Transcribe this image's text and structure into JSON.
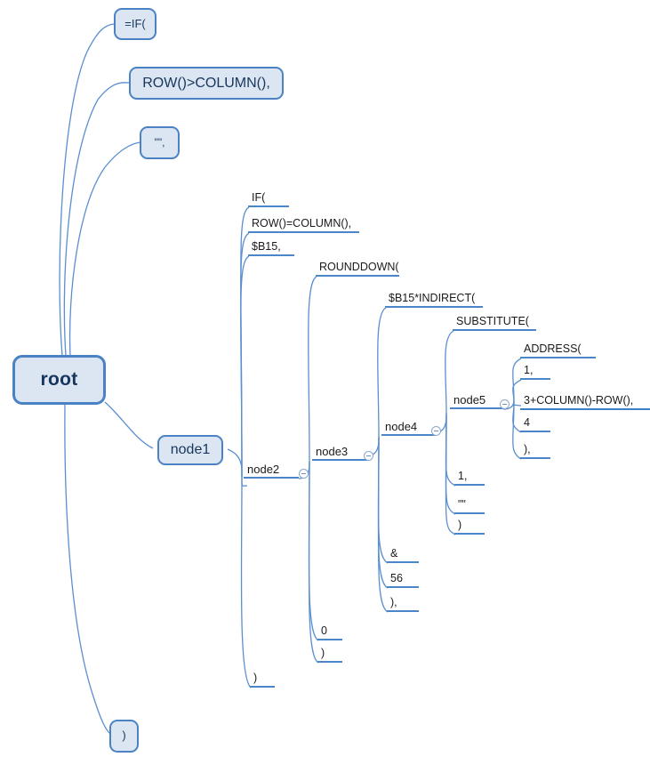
{
  "diagram": {
    "type": "mind-map",
    "title": "root",
    "theme": {
      "node_fill": "#dce6f2",
      "node_border": "#4a82c4",
      "root_text": "#17365d",
      "link_color": "#5b8fd0",
      "underline_color": "#4a86c8",
      "underline_muted": "#9fb9dd",
      "text_color": "#1a1a1a",
      "background": "#ffffff"
    },
    "formula": "=IF(ROW()>COLUMN(),\"\",IF(ROW()=COLUMN(),$B15,ROUNDDOWN($B15*INDIRECT(SUBSTITUTE(ADDRESS(1,3+COLUMN()-ROW(),4),\"\",\"\")&56),0))) )"
  },
  "nodes": {
    "root": {
      "label": "root"
    },
    "box_if": {
      "label": "=IF("
    },
    "box_rowcol": {
      "label": "ROW()>COLUMN(),"
    },
    "box_quotes": {
      "label": "\"\",",
      "line1": "\"\"",
      "line2": ","
    },
    "node1": {
      "label": "node1"
    },
    "box_paren": {
      "label": ")"
    },
    "node2": {
      "label": "node2"
    },
    "node3": {
      "label": "node3"
    },
    "node4": {
      "label": "node4"
    },
    "node5": {
      "label": "node5"
    }
  },
  "branches": {
    "node2_children": [
      {
        "label": "IF("
      },
      {
        "label": "ROW()=COLUMN(),"
      },
      {
        "label": "$B15,"
      },
      {
        "label": ")"
      }
    ],
    "node3_children": [
      {
        "label": "ROUNDDOWN("
      },
      {
        "label": "0"
      },
      {
        "label": ")"
      }
    ],
    "node4_children": [
      {
        "label": "$B15*INDIRECT("
      },
      {
        "label": "&"
      },
      {
        "label": "56"
      },
      {
        "label": "),"
      }
    ],
    "node5_children": [
      {
        "label": "SUBSTITUTE("
      },
      {
        "label": "1,"
      },
      {
        "label": "\"\""
      },
      {
        "label": ")"
      }
    ],
    "node6_children": [
      {
        "label": "ADDRESS("
      },
      {
        "label": "1,"
      },
      {
        "label": "3+COLUMN()-ROW(),"
      },
      {
        "label": "4"
      },
      {
        "label": "),"
      }
    ]
  },
  "icons": {
    "collapse": "collapse-toggle-minus"
  }
}
